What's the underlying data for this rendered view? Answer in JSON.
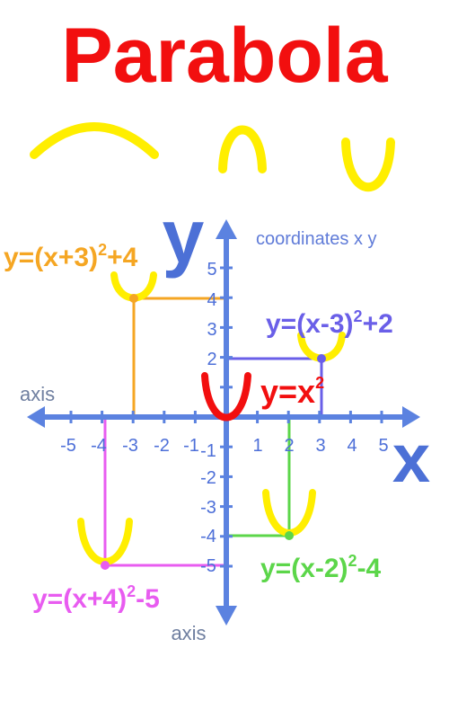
{
  "title": "Parabola",
  "caption": "coordinates x y",
  "x_axis_letter": "x",
  "y_axis_letter": "y",
  "axis_word_horizontal": "axis",
  "axis_word_vertical": "axis",
  "x_ticks": [
    "-5",
    "-4",
    "-3",
    "-2",
    "-1",
    "1",
    "2",
    "3",
    "4",
    "5"
  ],
  "y_ticks": [
    "5",
    "4",
    "3",
    "2",
    "-1",
    "-2",
    "-3",
    "-4",
    "-5"
  ],
  "colors": {
    "title": "#f20f0f",
    "axes": "#5b82e0",
    "parabola": "#ffee00",
    "main_parabola": "#f20f0f",
    "orange": "#f5a623",
    "purple": "#6a5fe8",
    "green": "#5cd64a",
    "pink": "#e85cf0"
  },
  "equations": {
    "main": {
      "base": "y=x",
      "exp": "2",
      "tail": ""
    },
    "upper_left": {
      "base": "y=(x+3)",
      "exp": "2",
      "tail": "+4"
    },
    "upper_right": {
      "base": "y=(x-3)",
      "exp": "2",
      "tail": "+2"
    },
    "lower_right": {
      "base": "y=(x-2)",
      "exp": "2",
      "tail": "-4"
    },
    "lower_left": {
      "base": "y=(x+4)",
      "exp": "2",
      "tail": "-5"
    }
  },
  "vertices": [
    {
      "h": -3,
      "k": 4,
      "color": "orange"
    },
    {
      "h": 3,
      "k": 2,
      "color": "purple"
    },
    {
      "h": 2,
      "k": -4,
      "color": "green"
    },
    {
      "h": -4,
      "k": -5,
      "color": "pink"
    }
  ]
}
